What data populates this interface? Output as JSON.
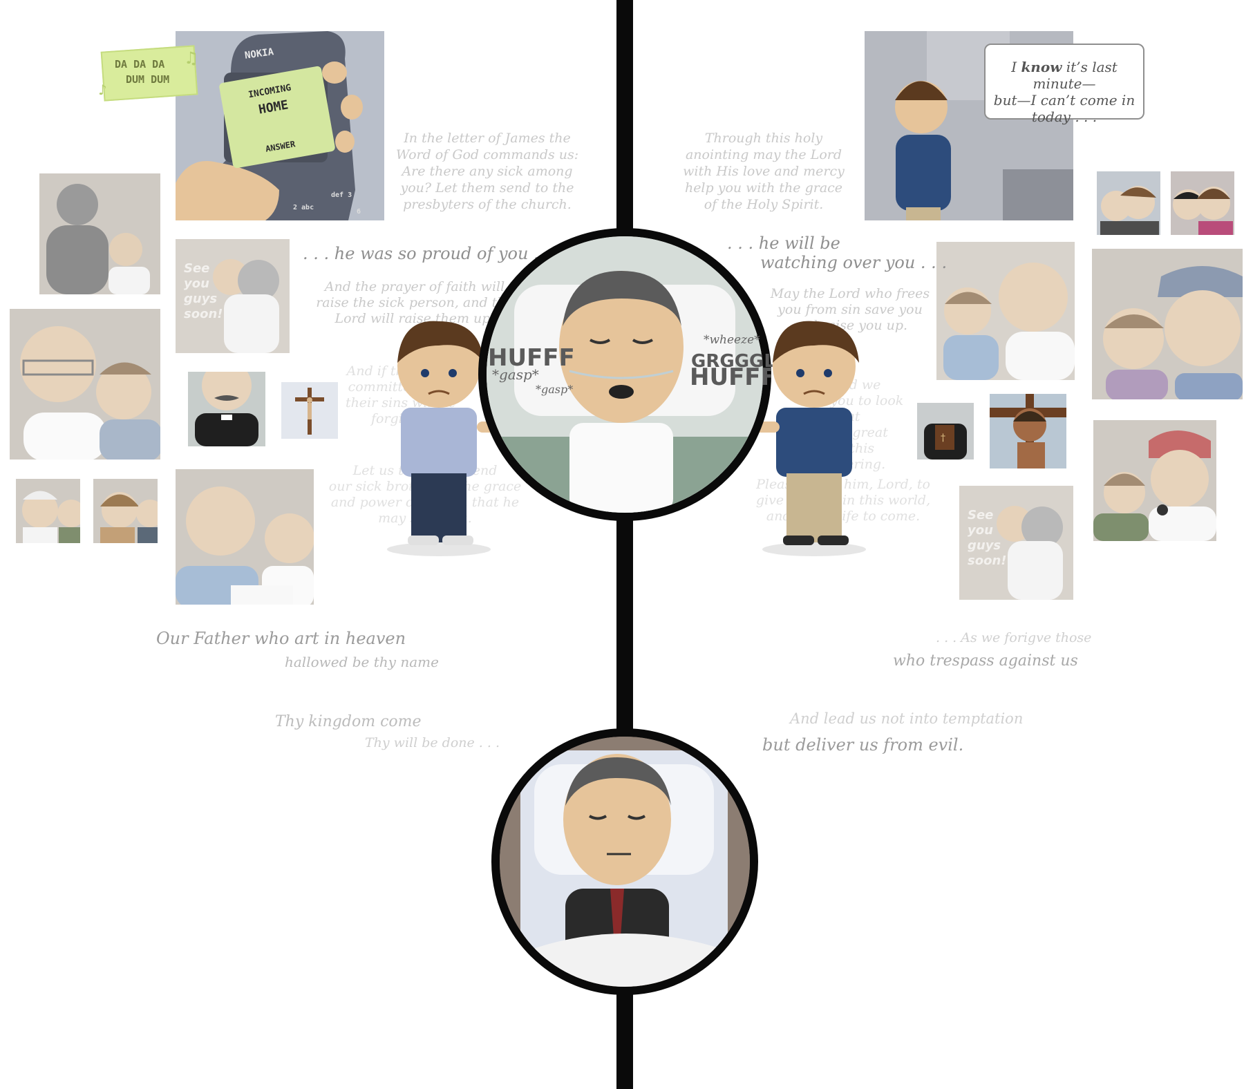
{
  "phone": {
    "brand": "NOKIA",
    "status": "INCOMING",
    "caller": "HOME",
    "action": "ANSWER",
    "keys": [
      "2 abc",
      "def 3",
      "6"
    ]
  },
  "ringtone": {
    "line1": "DA DA DA",
    "line2": "DUM DUM"
  },
  "speech": {
    "line1_a": "I ",
    "line1_b": "know",
    "line1_c": " it’s last minute—",
    "line2": "but—I can’t come in",
    "line3": "today . . ."
  },
  "see_you_label": [
    "See",
    "you",
    "guys",
    "soon!"
  ],
  "left_quote": ". . . he was so proud of you . . .",
  "right_quote_1": ". . . he will be",
  "right_quote_2": "watching over you . . .",
  "left_prayer": {
    "p1": [
      "In the letter of James the",
      "Word of God commands us:",
      "Are there any sick among",
      "you? Let them send to the",
      "presbyters of the church."
    ],
    "p2": [
      "And the prayer of faith will",
      "raise the sick person, and the",
      "Lord will raise them up."
    ],
    "p3": [
      "And if they have",
      "committed sins,",
      "their sins will be",
      "forgiven."
    ],
    "p4": [
      "Let us then commend",
      "our sick brother to the grace",
      "and power of Christ, that he",
      "may save you."
    ]
  },
  "right_prayer": {
    "p1": [
      "Through this holy",
      "anointing may the Lord",
      "with His love and mercy",
      "help you with the grace",
      "of the Holy Spirit."
    ],
    "p2": [
      "May the Lord who frees",
      "you from sin save you",
      "and raise you up."
    ],
    "p3": [
      "Lord we",
      "ask you to look at",
      "with great",
      "in this",
      "suffering."
    ],
    "p4": [
      "Please grant him, Lord, to",
      "give him life in this world,",
      "and in the life to come."
    ]
  },
  "sfx": {
    "huff_left": "HUFFF",
    "gasp1": "*gasp*",
    "gasp2": "*gasp*",
    "wheeze": "*wheeze*",
    "grgggl": "GRGGGLE",
    "huff_right": "HUFFF"
  },
  "lords_prayer": {
    "l1": "Our Father who art in heaven",
    "l2": "hallowed be thy name",
    "l3": "Thy kingdom come",
    "l4": "Thy will be done . . .",
    "r1": ". . . As we forigve those",
    "r2": "who trespass against us",
    "r3": "And lead us not into temptation",
    "r4": "but deliver us from evil."
  },
  "colors": {
    "spine": "#0a0a0a",
    "faded_panel": "#cfcac3",
    "phone_screen": "#d4e7a0",
    "ringtone_bubble": "#d9ec9c"
  }
}
